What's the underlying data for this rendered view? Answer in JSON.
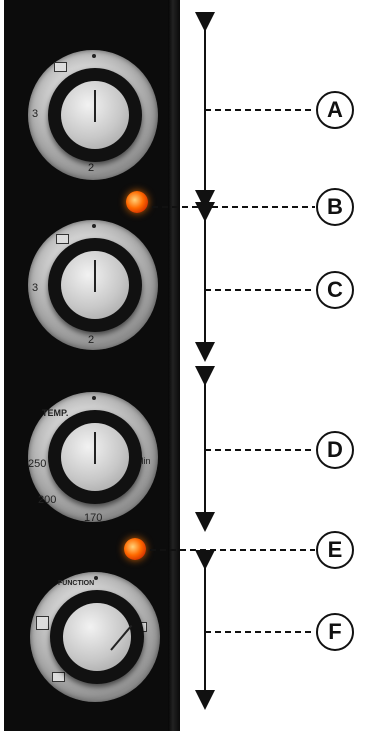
{
  "knobs": [
    {
      "top_label": "3",
      "bottom_label": "2",
      "side_label": ""
    },
    {
      "top_label": "3",
      "bottom_label": "2",
      "side_label": ""
    },
    {
      "temp_label": "TEMP.",
      "left_label": "250",
      "low_left_label": "200",
      "bottom_label": "170",
      "right_label": "Min"
    },
    {
      "top_label": "FUNCTION",
      "side_label": ""
    }
  ],
  "callouts": [
    "A",
    "B",
    "C",
    "D",
    "E",
    "F"
  ]
}
